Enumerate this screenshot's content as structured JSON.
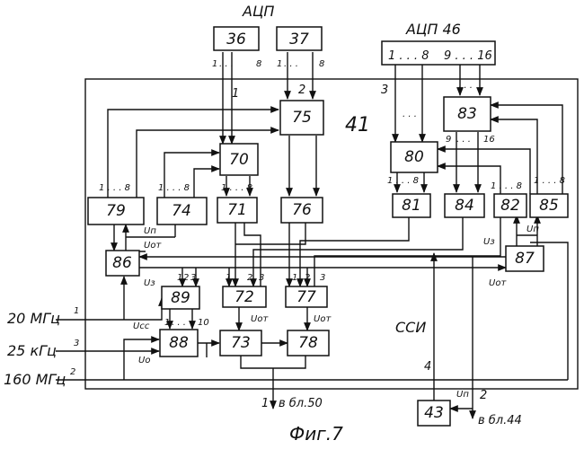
{
  "blocks": {
    "b36": "36",
    "b37": "37",
    "b46": "",
    "b75": "75",
    "b83": "83",
    "b70": "70",
    "b80": "80",
    "b79": "79",
    "b74": "74",
    "b71": "71",
    "b76": "76",
    "b81": "81",
    "b84": "84",
    "b82": "82",
    "b85": "85",
    "b86": "86",
    "b87": "87",
    "b89": "89",
    "b72": "72",
    "b77": "77",
    "b88": "88",
    "b73": "73",
    "b78": "78",
    "b43": "43"
  },
  "labels": {
    "top_left": "АЦП",
    "top_right": "АЦП 46",
    "ref41": "41",
    "bus1": "1",
    "bus2": "2",
    "bus3": "3",
    "pins_1_8": "1 . . . 8",
    "pins_9_16": "9 . . . 16",
    "pin_1": "1",
    "pin_2": "2",
    "pin_3": "3",
    "pin_8": "8",
    "pin_9": "9",
    "pin_10": "10",
    "pin_16": "16",
    "dots": ". . .",
    "u_p": "Uп",
    "u_ot": "Uот",
    "u_z": "Uз",
    "u_cc": "Uсс",
    "u_o": "Uо",
    "in_20": "20 МГц",
    "in_25": "25 кГц",
    "in_160": "160 МГц",
    "in_num_1": "1",
    "in_num_3": "3",
    "in_num_2": "2",
    "ssi": "ССИ",
    "ssi_num": "4",
    "out_50": "в бл.50",
    "out_50_num": "1",
    "out_44": "в бл.44",
    "out_44_num": "2",
    "fig": "Фиг.7"
  }
}
